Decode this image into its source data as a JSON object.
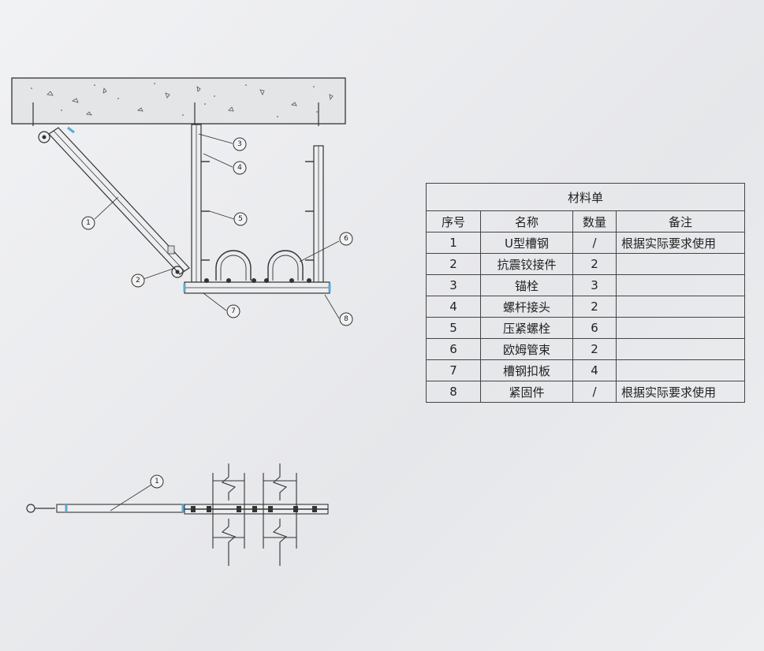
{
  "bom": {
    "title": "材料单",
    "headers": [
      "序号",
      "名称",
      "数量",
      "备注"
    ],
    "rows": [
      {
        "no": "1",
        "name": "U型槽钢",
        "qty": "/",
        "note": "根据实际要求使用"
      },
      {
        "no": "2",
        "name": "抗震铰接件",
        "qty": "2",
        "note": ""
      },
      {
        "no": "3",
        "name": "锚栓",
        "qty": "3",
        "note": ""
      },
      {
        "no": "4",
        "name": "螺杆接头",
        "qty": "2",
        "note": ""
      },
      {
        "no": "5",
        "name": "压紧螺栓",
        "qty": "6",
        "note": ""
      },
      {
        "no": "6",
        "name": "欧姆管束",
        "qty": "2",
        "note": ""
      },
      {
        "no": "7",
        "name": "槽钢扣板",
        "qty": "4",
        "note": ""
      },
      {
        "no": "8",
        "name": "紧固件",
        "qty": "/",
        "note": "根据实际要求使用"
      }
    ]
  },
  "callouts": {
    "elevation": [
      "1",
      "2",
      "3",
      "4",
      "5",
      "6",
      "7",
      "8"
    ],
    "plan": [
      "1"
    ]
  },
  "colors": {
    "ink": "#333333",
    "accent_blue": "#5aa9d6",
    "paper": "#eceef0"
  }
}
